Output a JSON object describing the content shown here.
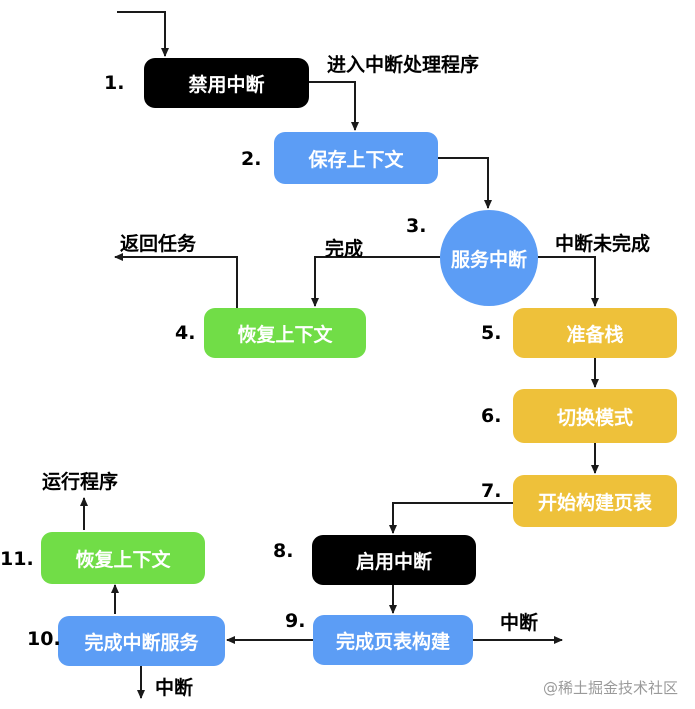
{
  "nodes": {
    "n1": "禁用中断",
    "n2": "保存上下文",
    "n3": "服务中断",
    "n4": "恢复上下文",
    "n5": "准备栈",
    "n6": "切换模式",
    "n7": "开始构建页表",
    "n8": "启用中断",
    "n9": "完成页表构建",
    "n10": "完成中断服务",
    "n11": "恢复上下文"
  },
  "numbers": {
    "n1": "1.",
    "n2": "2.",
    "n3": "3.",
    "n4": "4.",
    "n5": "5.",
    "n6": "6.",
    "n7": "7.",
    "n8": "8.",
    "n9": "9.",
    "n10": "10.",
    "n11": "11."
  },
  "labels": {
    "enter_handler": "进入中断处理程序",
    "done": "完成",
    "not_done": "中断未完成",
    "return_task": "返回任务",
    "run_program": "运行程序",
    "interrupt_right": "中断",
    "interrupt_bottom": "中断"
  },
  "watermark": "@稀土掘金技术社区",
  "colors": {
    "black": "#000000",
    "blue": "#5c9df5",
    "green": "#71dd47",
    "yellow": "#eec13a",
    "line": "#1a1a1a"
  }
}
